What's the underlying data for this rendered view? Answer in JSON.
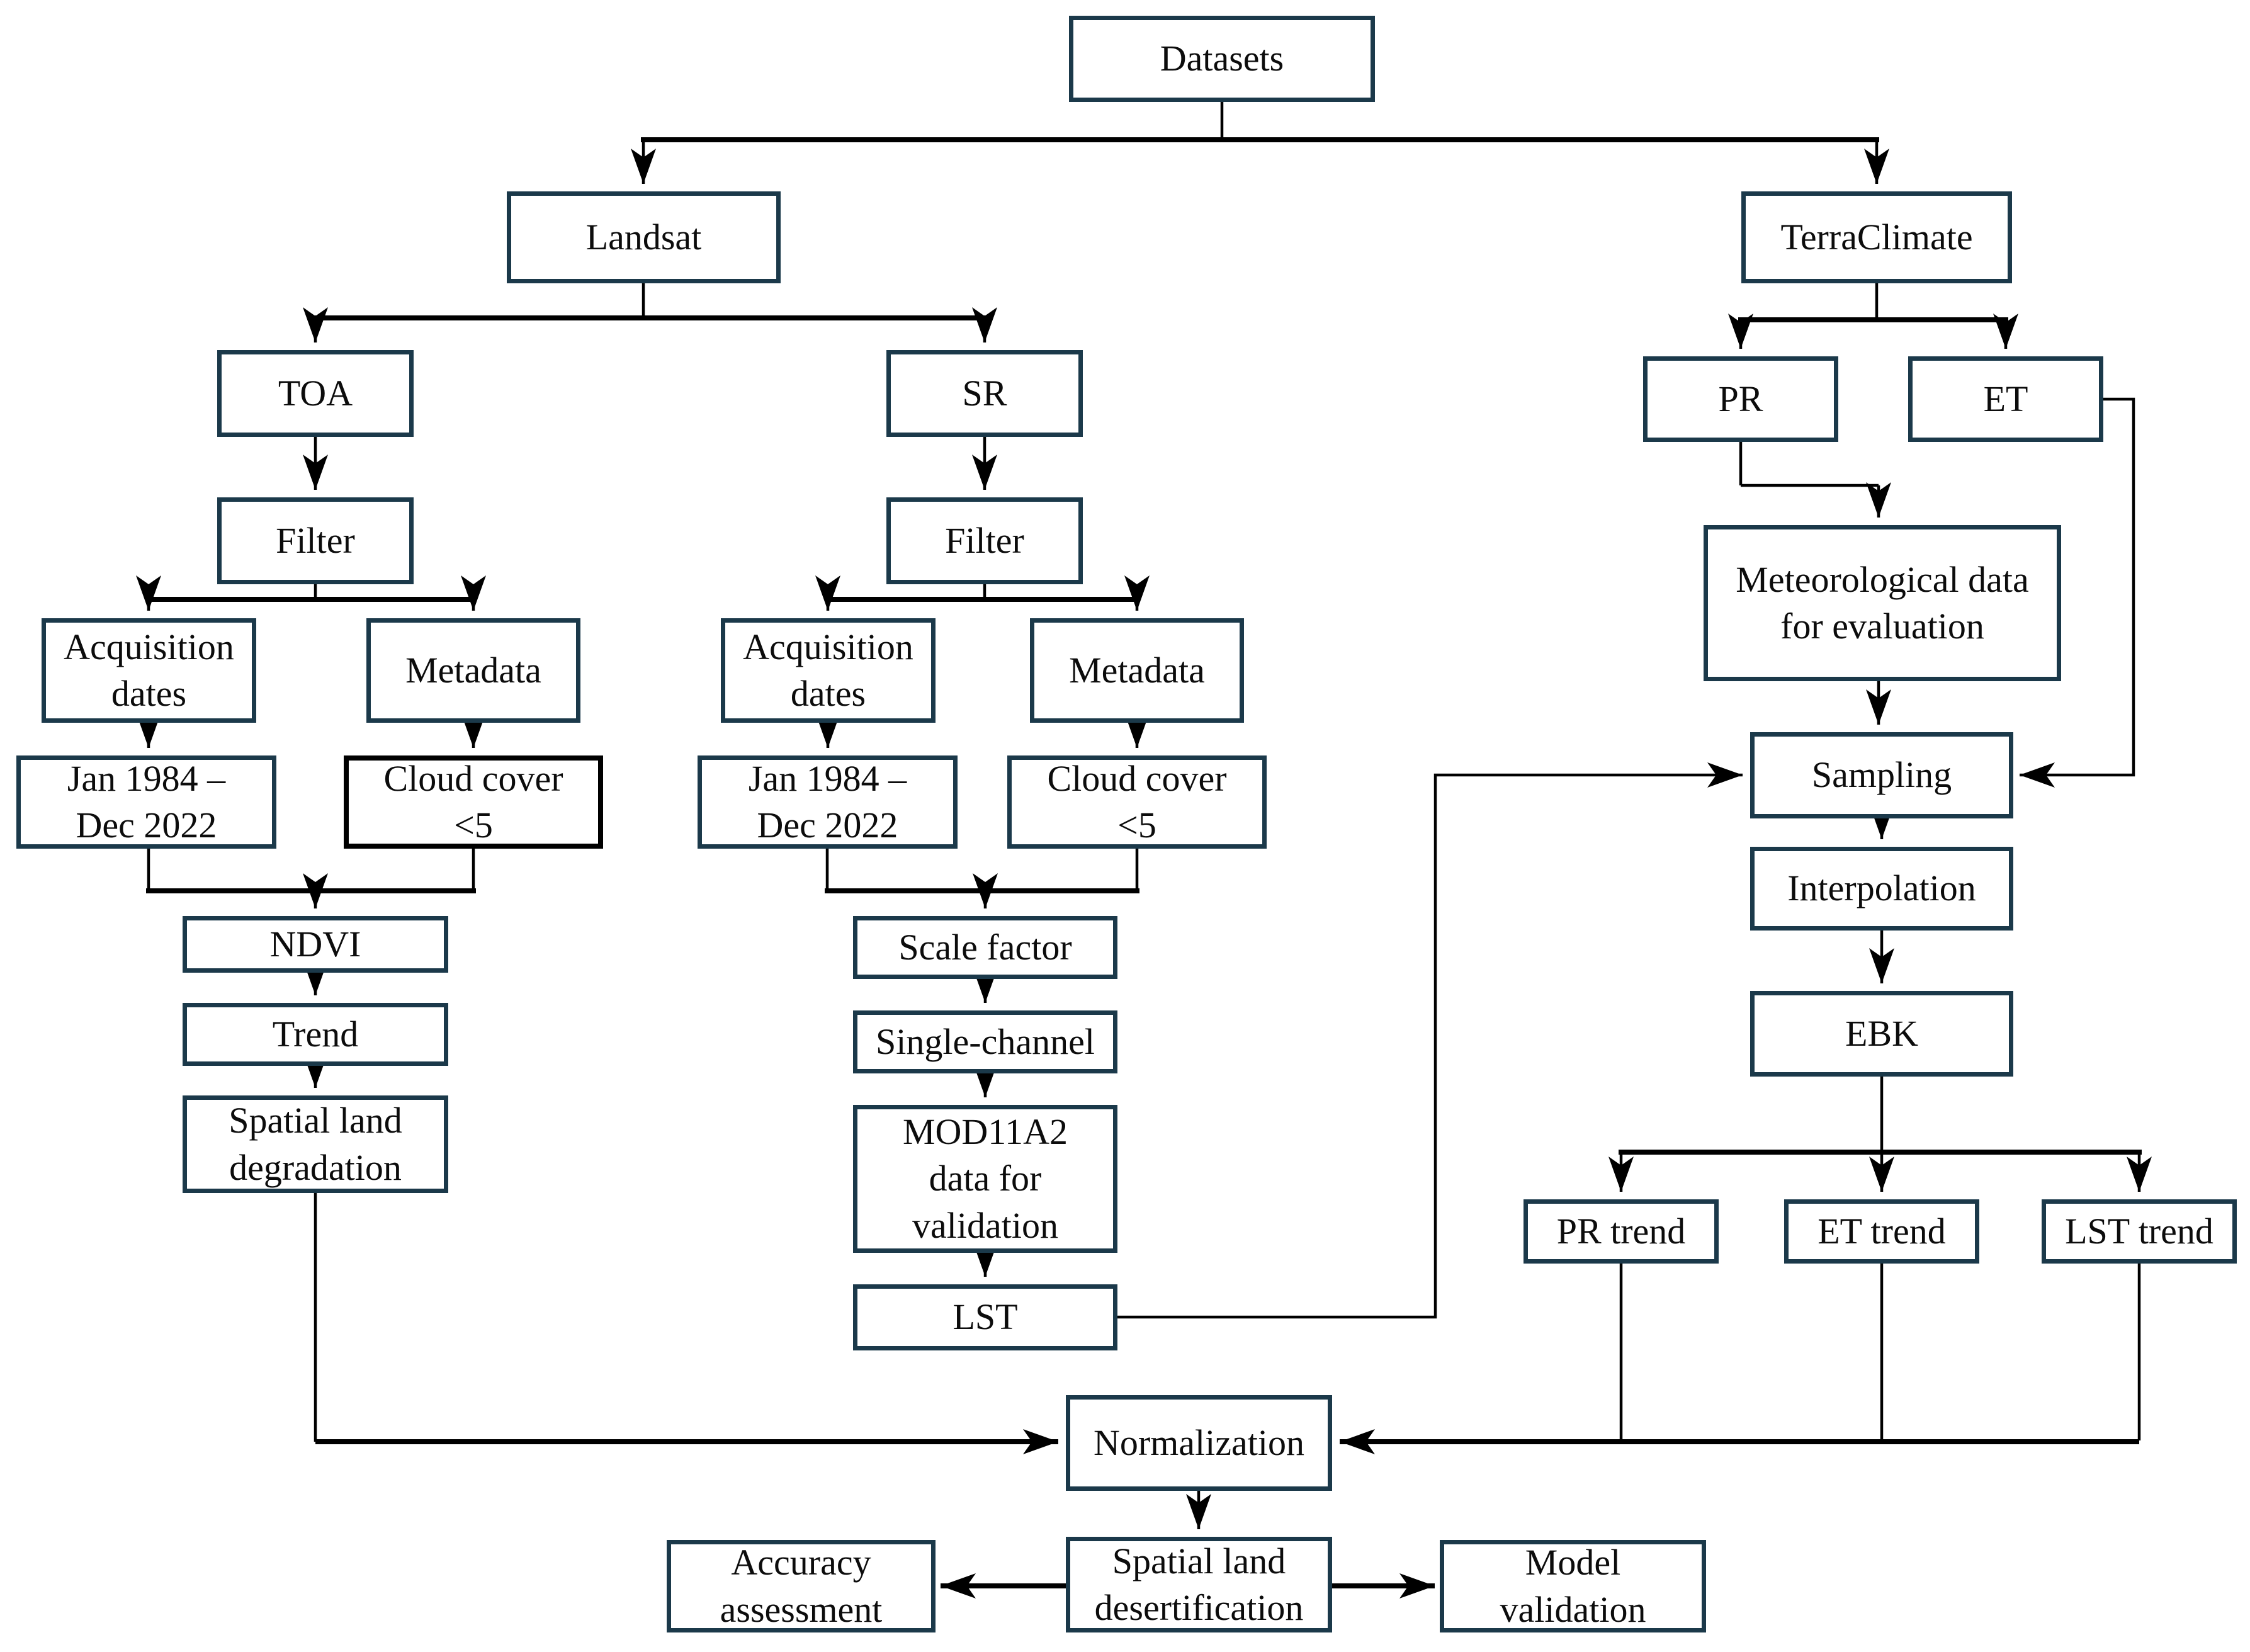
{
  "diagram": {
    "type": "flowchart",
    "description": "Datasets processing workflow for Landsat and TerraClimate data leading to spatial land desertification mapping"
  },
  "colors": {
    "background": "#ffffff",
    "box_border": "#1b394a",
    "highlight_box_border": "#000000",
    "line": "#000000",
    "text": "#0c0c0c"
  },
  "nodes": {
    "datasets": {
      "label": "Datasets"
    },
    "landsat": {
      "label": "Landsat"
    },
    "terraclimate": {
      "label": "TerraClimate"
    },
    "toa": {
      "label": "TOA"
    },
    "sr": {
      "label": "SR"
    },
    "pr": {
      "label": "PR"
    },
    "et": {
      "label": "ET"
    },
    "filter_toa": {
      "label": "Filter"
    },
    "filter_sr": {
      "label": "Filter"
    },
    "acquisition_dates_toa": {
      "label": "Acquisition\ndates"
    },
    "metadata_toa": {
      "label": "Metadata"
    },
    "date_range_toa": {
      "label": "Jan 1984 –\nDec 2022"
    },
    "cloud_cover_toa": {
      "label": "Cloud cover\n<5"
    },
    "acquisition_dates_sr": {
      "label": "Acquisition\ndates"
    },
    "metadata_sr": {
      "label": "Metadata"
    },
    "date_range_sr": {
      "label": "Jan 1984 –\nDec 2022"
    },
    "cloud_cover_sr": {
      "label": "Cloud cover\n<5"
    },
    "ndvi": {
      "label": "NDVI"
    },
    "trend": {
      "label": "Trend"
    },
    "spatial_land_degradation": {
      "label": "Spatial land\ndegradation"
    },
    "scale_factor": {
      "label": "Scale factor"
    },
    "single_channel": {
      "label": "Single-channel"
    },
    "mod11a2_validation": {
      "label": "MOD11A2\ndata for\nvalidation"
    },
    "lst": {
      "label": "LST"
    },
    "meteorological_data": {
      "label": "Meteorological data\nfor evaluation"
    },
    "sampling": {
      "label": "Sampling"
    },
    "interpolation": {
      "label": "Interpolation"
    },
    "ebk": {
      "label": "EBK"
    },
    "pr_trend": {
      "label": "PR trend"
    },
    "et_trend": {
      "label": "ET trend"
    },
    "lst_trend": {
      "label": "LST trend"
    },
    "normalization": {
      "label": "Normalization"
    },
    "spatial_land_desertification": {
      "label": "Spatial land\ndesertification"
    },
    "accuracy_assessment": {
      "label": "Accuracy\nassessment"
    },
    "model_validation": {
      "label": "Model\nvalidation"
    }
  }
}
